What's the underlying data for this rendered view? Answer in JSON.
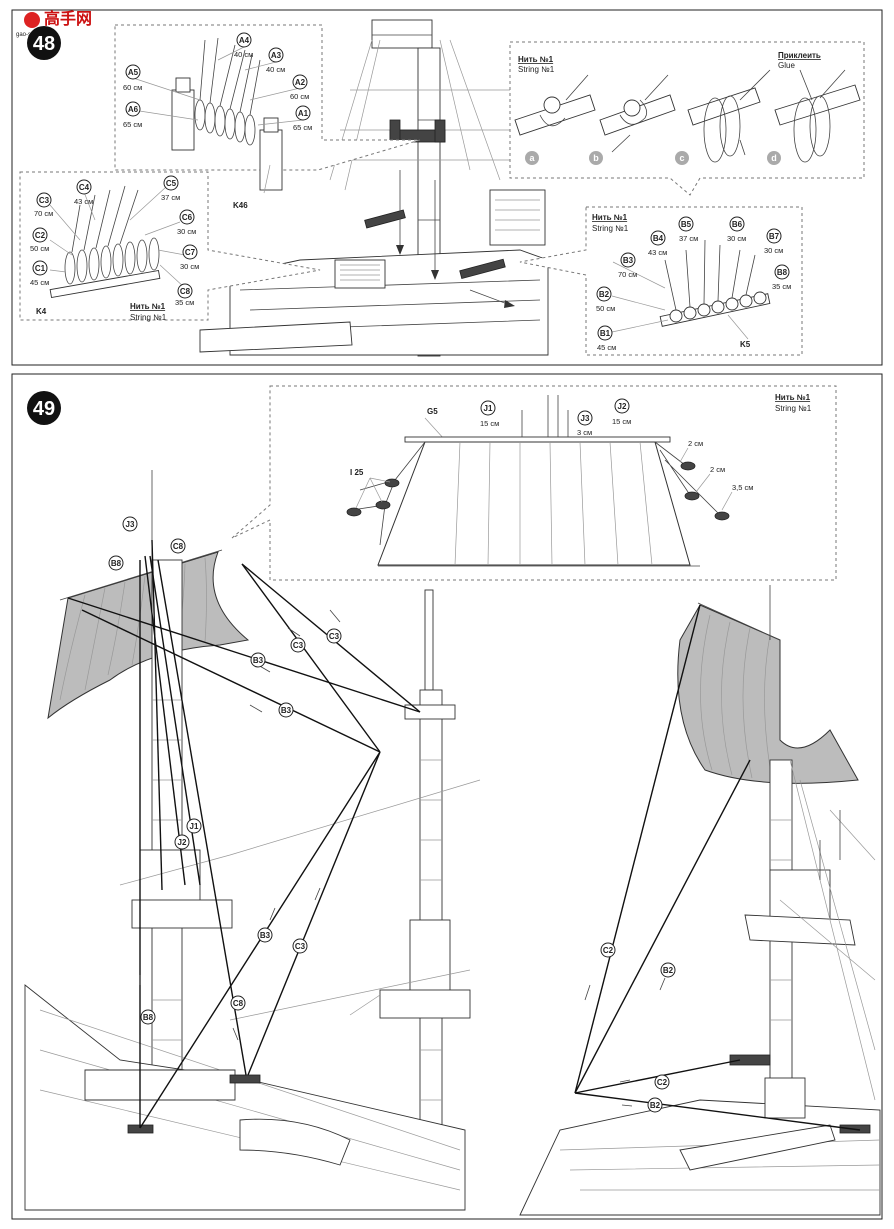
{
  "watermark": {
    "name": "高手网",
    "url": "gao-shou.com"
  },
  "step48": {
    "number": "48",
    "string_ru": "Нить №1",
    "string_en": "String №1",
    "glue_ru": "Приклеить",
    "glue_en": "Glue",
    "parts": {
      "k46": "K46",
      "k4": "K4",
      "k5": "K5"
    },
    "knot_steps": [
      "a",
      "b",
      "c",
      "d"
    ],
    "a_lines": [
      {
        "code": "A4",
        "len": "40 см"
      },
      {
        "code": "A3",
        "len": "40 см"
      },
      {
        "code": "A2",
        "len": "60 см"
      },
      {
        "code": "A1",
        "len": "65 см"
      },
      {
        "code": "A5",
        "len": "60 см"
      },
      {
        "code": "A6",
        "len": "65 см"
      }
    ],
    "c_lines": [
      {
        "code": "C3",
        "len": "70 см"
      },
      {
        "code": "C4",
        "len": "43 см"
      },
      {
        "code": "C5",
        "len": "37 см"
      },
      {
        "code": "C6",
        "len": "30 см"
      },
      {
        "code": "C2",
        "len": "50 см"
      },
      {
        "code": "C7",
        "len": "30 см"
      },
      {
        "code": "C1",
        "len": "45 см"
      },
      {
        "code": "C8",
        "len": "35 см"
      }
    ],
    "b_lines": [
      {
        "code": "B4",
        "len": "43 см"
      },
      {
        "code": "B5",
        "len": "37 см"
      },
      {
        "code": "B6",
        "len": "30 см"
      },
      {
        "code": "B7",
        "len": "30 см"
      },
      {
        "code": "B3",
        "len": "70 см"
      },
      {
        "code": "B8",
        "len": "35 см"
      },
      {
        "code": "B2",
        "len": "50 см"
      },
      {
        "code": "B1",
        "len": "45 см"
      }
    ]
  },
  "step49": {
    "number": "49",
    "string_ru": "Нить №1",
    "string_en": "String №1",
    "sail_part": "G5",
    "block_part": "I 25",
    "top_lines": [
      {
        "code": "J1",
        "len": "15 см"
      },
      {
        "code": "J3",
        "len": "3 см"
      },
      {
        "code": "J2",
        "len": "15 см"
      }
    ],
    "side_lengths": [
      "2 см",
      "2 см",
      "3,5 см"
    ],
    "rig_labels": {
      "j3": "J3",
      "b8_top": "B8",
      "c8_top": "C8",
      "b3_a": "B3",
      "b3_b": "B3",
      "c3_a": "C3",
      "c3_b": "C3",
      "j1": "J1",
      "j2": "J2",
      "b3_c": "B3",
      "c3_c": "C3",
      "b8_low": "B8",
      "c8_low": "C8",
      "c2_right": "C2",
      "b2_right": "B2",
      "c2_low": "C2",
      "b2_low": "B2"
    }
  }
}
